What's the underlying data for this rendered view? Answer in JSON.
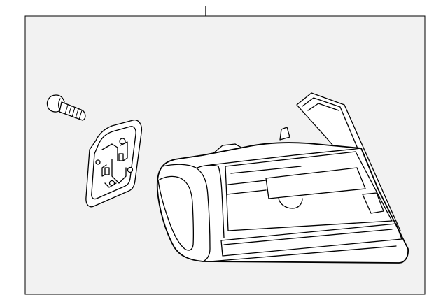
{
  "diagram": {
    "colors": {
      "background": "#ffffff",
      "panel": "#f2f2f2",
      "line": "#000000",
      "part_fill": "#ffffff"
    },
    "parts": [
      {
        "name": "callout-leader"
      },
      {
        "name": "screw"
      },
      {
        "name": "bulb-socket-plate"
      },
      {
        "name": "tail-lamp-assembly"
      }
    ]
  }
}
